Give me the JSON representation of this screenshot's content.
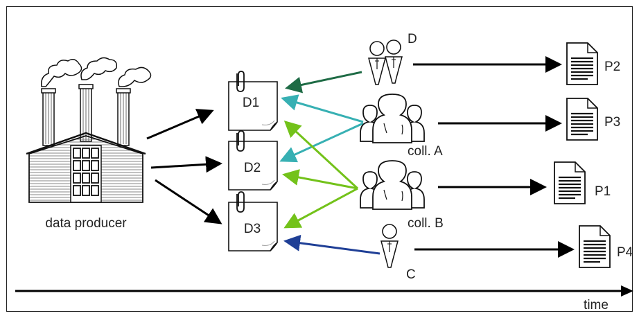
{
  "producer": {
    "label": "data producer",
    "icon": "factory-icon"
  },
  "datasets": [
    {
      "id": "D1",
      "icon": "note-icon"
    },
    {
      "id": "D2",
      "icon": "note-icon"
    },
    {
      "id": "D3",
      "icon": "note-icon"
    }
  ],
  "consumers": [
    {
      "label": "D",
      "icon": "couple-icon"
    },
    {
      "label": "coll. A",
      "icon": "group-icon"
    },
    {
      "label": "coll. B",
      "icon": "group-icon"
    },
    {
      "label": "C",
      "icon": "person-icon"
    }
  ],
  "papers": [
    {
      "label": "P2",
      "icon": "document-icon"
    },
    {
      "label": "P3",
      "icon": "document-icon"
    },
    {
      "label": "P1",
      "icon": "document-icon"
    },
    {
      "label": "P4",
      "icon": "document-icon"
    }
  ],
  "axis": {
    "label": "time"
  },
  "colors": {
    "black": "#000000",
    "dark_green": "#1e6b45",
    "teal": "#37b0b3",
    "lime": "#73c21a",
    "navy": "#1f3f96"
  }
}
